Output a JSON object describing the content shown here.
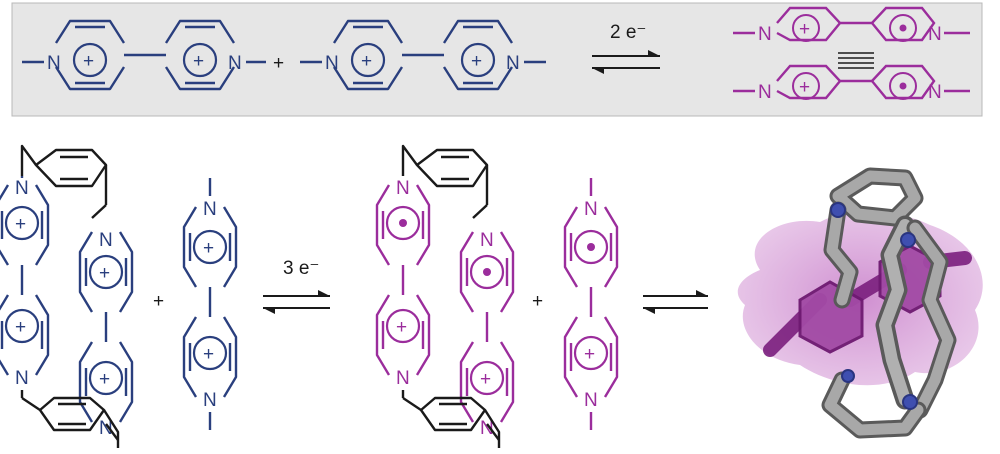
{
  "colors": {
    "oxidized": "#2a3f7e",
    "reduced": "#9b2d9c",
    "black": "#1a1a1a",
    "panel": "#e6e6e6",
    "panel_border": "#b8b8b8",
    "model_gray": "#9a9a9a",
    "model_blue": "#3f4fb0",
    "model_purple": "#b25fb5"
  },
  "atoms": {
    "nitrogen": "N",
    "plus": "+"
  },
  "top": {
    "plus_sign": "+",
    "arrow_label": "2 e⁻"
  },
  "bottom": {
    "plus_sign_left": "+",
    "plus_sign_right": "+",
    "arrow_label": "3 e⁻"
  }
}
